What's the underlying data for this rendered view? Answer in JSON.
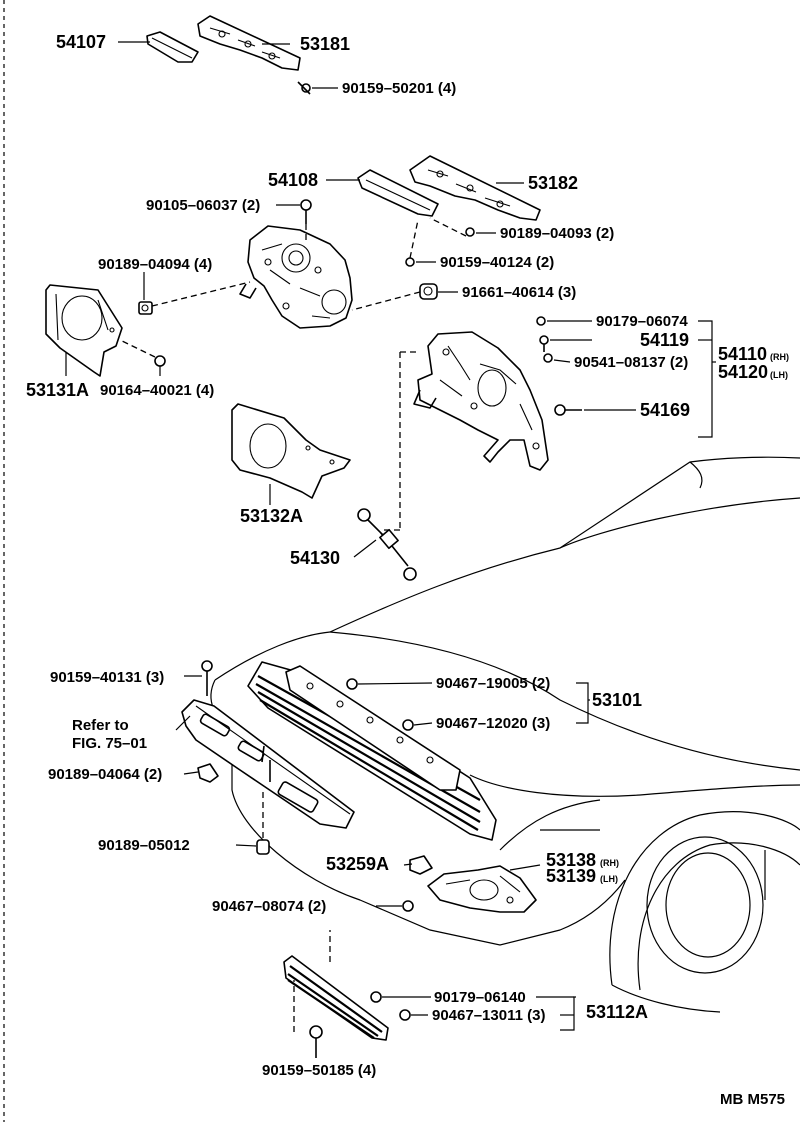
{
  "diagram": {
    "code": "MB  M575",
    "note": {
      "line1": "Refer to",
      "line2": "FIG. 75–01"
    },
    "rh_mark": "(RH)",
    "lh_mark": "(LH)",
    "labels": {
      "p54107": "54107",
      "p53181": "53181",
      "p90159_50201": "90159–50201 (4)",
      "p54108": "54108",
      "p53182": "53182",
      "p90105_06037": "90105–06037 (2)",
      "p90189_04093": "90189–04093 (2)",
      "p90189_04094": "90189–04094 (4)",
      "p90159_40124": "90159–40124 (2)",
      "p91661_40614": "91661–40614 (3)",
      "p53131A": "53131A",
      "p90164_40021": "90164–40021 (4)",
      "p90179_06074": "90179–06074",
      "p54119": "54119",
      "p90541_08137": "90541–08137 (2)",
      "p54110": "54110",
      "p54120": "54120",
      "p54169": "54169",
      "p53132A": "53132A",
      "p54130": "54130",
      "p90159_40131": "90159–40131 (3)",
      "p90467_19005": "90467–19005 (2)",
      "p53101": "53101",
      "p90467_12020": "90467–12020 (3)",
      "p90189_04064": "90189–04064 (2)",
      "p90189_05012": "90189–05012",
      "p53259A": "53259A",
      "p53138": "53138",
      "p53139": "53139",
      "p90467_08074": "90467–08074 (2)",
      "p90179_06140": "90179–06140",
      "p53112A": "53112A",
      "p90467_13011": "90467–13011 (3)",
      "p90159_50185": "90159–50185 (4)"
    }
  }
}
